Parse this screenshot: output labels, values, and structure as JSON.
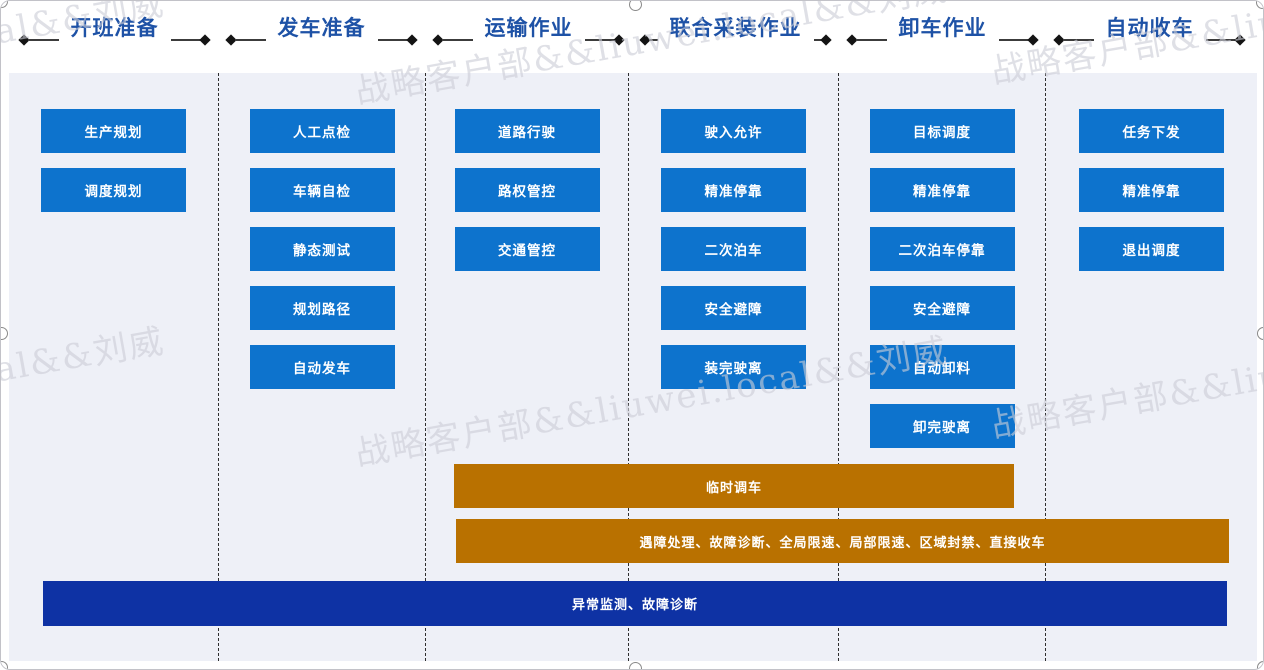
{
  "stages": [
    {
      "label": "开班准备"
    },
    {
      "label": "发车准备"
    },
    {
      "label": "运输作业"
    },
    {
      "label": "联合采装作业"
    },
    {
      "label": "卸车作业"
    },
    {
      "label": "自动收车"
    }
  ],
  "columns": [
    {
      "stage": "开班准备",
      "items": [
        "生产规划",
        "调度规划"
      ]
    },
    {
      "stage": "发车准备",
      "items": [
        "人工点检",
        "车辆自检",
        "静态测试",
        "规划路径",
        "自动发车"
      ]
    },
    {
      "stage": "运输作业",
      "items": [
        "道路行驶",
        "路权管控",
        "交通管控"
      ]
    },
    {
      "stage": "联合采装作业",
      "items": [
        "驶入允许",
        "精准停靠",
        "二次泊车",
        "安全避障",
        "装完驶离"
      ]
    },
    {
      "stage": "卸车作业",
      "items": [
        "目标调度",
        "精准停靠",
        "二次泊车停靠",
        "安全避障",
        "自动卸料",
        "卸完驶离"
      ]
    },
    {
      "stage": "自动收车",
      "items": [
        "任务下发",
        "精准停靠",
        "退出调度"
      ]
    }
  ],
  "overlay_bars": [
    {
      "id": "temp-dispatch",
      "label": "临时调车",
      "color": "#B97100"
    },
    {
      "id": "exception-ops",
      "label": "遇障处理、故障诊断、全局限速、局部限速、区域封禁、直接收车",
      "color": "#B97100"
    },
    {
      "id": "anomaly-monitor",
      "label": "异常监测、故障诊断",
      "color": "#0E32A4"
    }
  ],
  "watermark": {
    "tiles": [
      "local&&刘威",
      "战略客户部&&liuwei.local&&刘威",
      "战略客户部&&liuwei",
      "local&&刘威",
      "战略客户部&&liuwei.local&&刘威",
      "战略客户部&&liuwei"
    ]
  },
  "colors": {
    "process_box": "#0D73CD",
    "stage_title": "#1E52A6",
    "panel_bg": "#EEF0F7",
    "timeline_line": "#3C3C3C"
  }
}
